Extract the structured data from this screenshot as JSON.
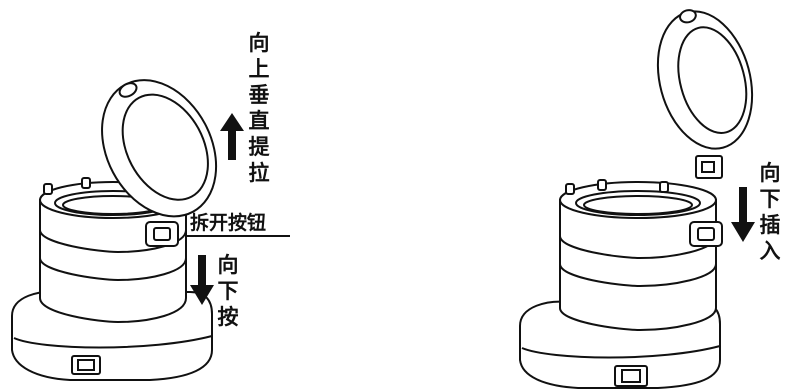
{
  "annotations": {
    "lift_up": "向上垂直提拉",
    "release_button": "拆开按钮",
    "press_down": "向下按",
    "insert_down": "向下插入"
  },
  "colors": {
    "line": "#111111",
    "fill": "#ffffff",
    "arrow": "#111111"
  }
}
